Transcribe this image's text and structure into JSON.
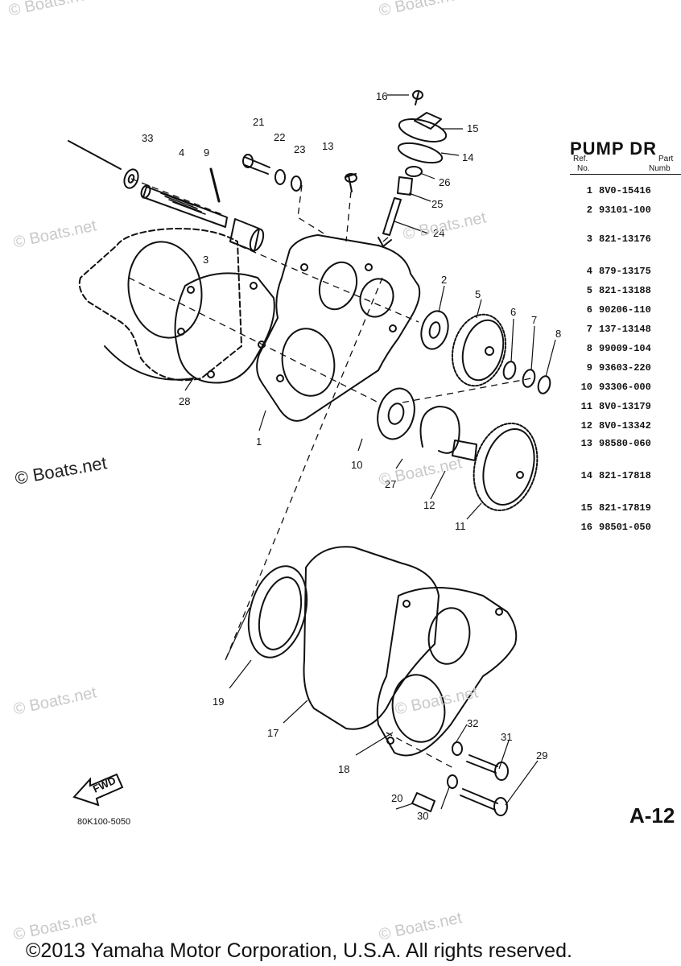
{
  "watermark": "© Boats.net",
  "panel": {
    "title": "PUMP DR",
    "header_ref": "Ref.",
    "header_no": "No.",
    "header_part": "Part",
    "header_number": "Numb"
  },
  "parts": [
    {
      "ref": "1",
      "part": "8V0-15416"
    },
    {
      "ref": "2",
      "part": "93101-100"
    },
    {
      "ref": "3",
      "part": "821-13176"
    },
    {
      "ref": "4",
      "part": "879-13175"
    },
    {
      "ref": "5",
      "part": "821-13188"
    },
    {
      "ref": "6",
      "part": "90206-110"
    },
    {
      "ref": "7",
      "part": "137-13148"
    },
    {
      "ref": "8",
      "part": "99009-104"
    },
    {
      "ref": "9",
      "part": "93603-220"
    },
    {
      "ref": "10",
      "part": "93306-000"
    },
    {
      "ref": "11",
      "part": "8V0-13179"
    },
    {
      "ref": "12",
      "part": "8V0-13342"
    },
    {
      "ref": "13",
      "part": "98580-060"
    },
    {
      "ref": "14",
      "part": "821-17818"
    },
    {
      "ref": "15",
      "part": "821-17819"
    },
    {
      "ref": "16",
      "part": "98501-050"
    }
  ],
  "callouts": [
    "1",
    "2",
    "3",
    "4",
    "5",
    "6",
    "7",
    "8",
    "9",
    "10",
    "11",
    "12",
    "13",
    "14",
    "15",
    "16",
    "17",
    "18",
    "19",
    "20",
    "21",
    "22",
    "23",
    "24",
    "25",
    "26",
    "27",
    "28",
    "29",
    "30",
    "31",
    "32",
    "33"
  ],
  "fwd_label": "FWD",
  "drawing_code": "80K100-5050",
  "page_code": "A-12",
  "copyright": "©2013 Yamaha Motor Corporation, U.S.A. All rights reserved."
}
